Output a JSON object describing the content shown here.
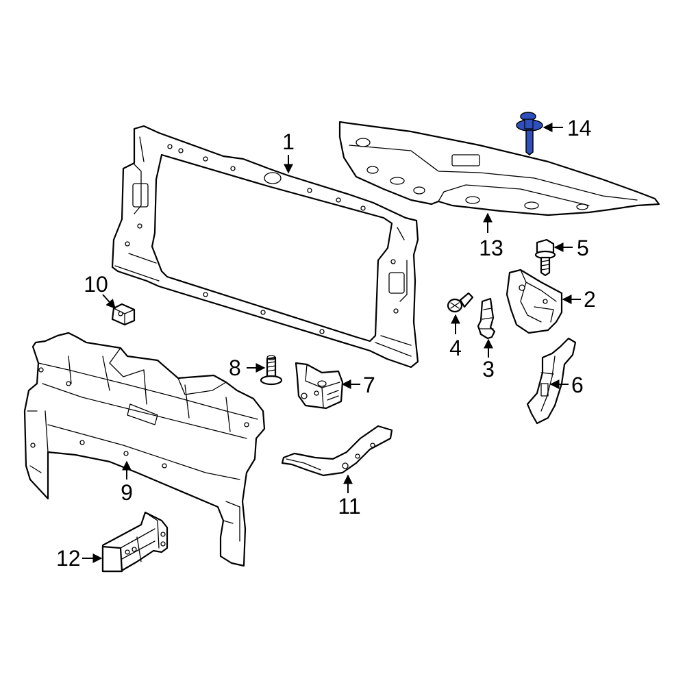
{
  "highlight_color": "#2f4fbf",
  "callouts": {
    "p1": "1",
    "p2": "2",
    "p3": "3",
    "p4": "4",
    "p5": "5",
    "p6": "6",
    "p7": "7",
    "p8": "8",
    "p9": "9",
    "p10": "10",
    "p11": "11",
    "p12": "12",
    "p13": "13",
    "p14": "14"
  }
}
